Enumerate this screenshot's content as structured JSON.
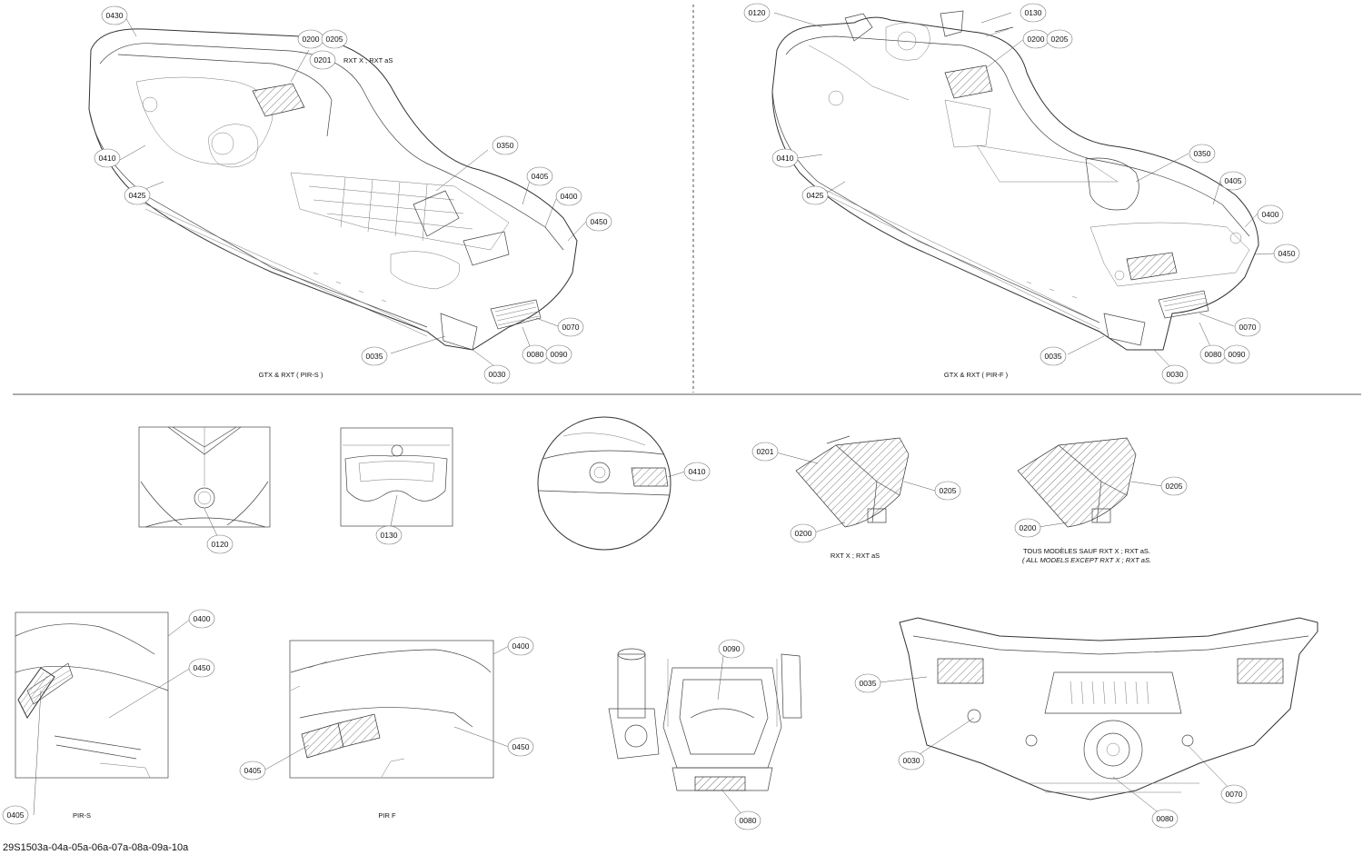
{
  "diagram": {
    "reference_code": "29S1503a-04a-05a-06a-07a-08a-09a-10a",
    "views": {
      "top_left": {
        "caption": "GTX & RXT ( PIR-S )",
        "side_note": "RXT X ; RXT aS",
        "callouts": [
          "0430",
          "0200",
          "0205",
          "0201",
          "0350",
          "0410",
          "0425",
          "0405",
          "0400",
          "0450",
          "0070",
          "0035",
          "0080",
          "0090",
          "0030"
        ]
      },
      "top_right": {
        "caption": "GTX & RXT ( PIR-F )",
        "callouts": [
          "0120",
          "0130",
          "0200",
          "0205",
          "0410",
          "0425",
          "0350",
          "0405",
          "0400",
          "0450",
          "0070",
          "0035",
          "0080",
          "0090",
          "0030"
        ]
      },
      "detail_0120": {
        "callouts": [
          "0120"
        ]
      },
      "detail_0130": {
        "callouts": [
          "0130"
        ]
      },
      "detail_0410": {
        "callouts": [
          "0410"
        ]
      },
      "detail_rxt": {
        "caption": "RXT X ; RXT aS",
        "callouts": [
          "0201",
          "0205",
          "0200"
        ]
      },
      "detail_all_models": {
        "caption_fr": "TOUS MODÈLES SAUF RXT X ; RXT aS.",
        "caption_en": "( ALL MODELS EXCEPT RXT X ; RXT aS.",
        "callouts": [
          "0205",
          "0200"
        ]
      },
      "detail_pirs": {
        "caption": "PIR-S",
        "callouts": [
          "0400",
          "0450",
          "0405"
        ]
      },
      "detail_pirf": {
        "caption": "PIR F",
        "callouts": [
          "0400",
          "0450",
          "0405"
        ]
      },
      "detail_pump": {
        "callouts": [
          "0090",
          "0080"
        ]
      },
      "detail_rear": {
        "callouts": [
          "0035",
          "0030",
          "0080",
          "0070"
        ]
      }
    }
  }
}
